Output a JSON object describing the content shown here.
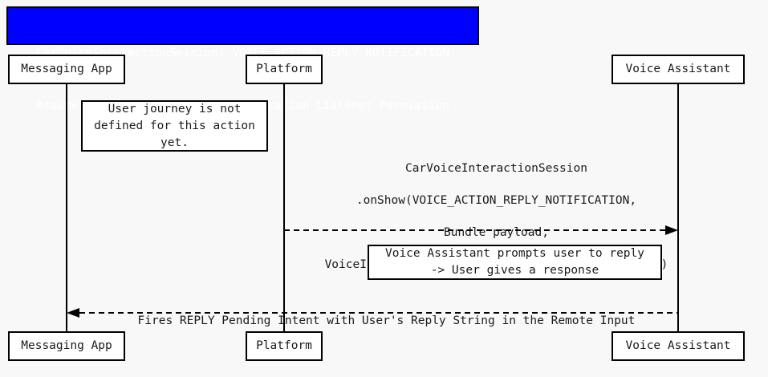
{
  "diagram": {
    "type": "uml-sequence-diagram",
    "background_color": "#f8f8f8",
    "line_color": "#000000"
  },
  "title": {
    "background_color": "#0000ff",
    "text_color": "#ffffff",
    "line1": "CarVoiceInteractionSession: VOICE_ACTION_REPLY_NOTIFICATION",
    "line2": "Assume Voice Assistant has Notification Listener Permission"
  },
  "participants": [
    {
      "id": "messaging-app",
      "label": "Messaging App"
    },
    {
      "id": "platform",
      "label": "Platform"
    },
    {
      "id": "voice-assistant",
      "label": "Voice Assistant"
    }
  ],
  "notes": [
    {
      "id": "note-user-journey",
      "line1": "User journey is not",
      "line2": "defined for this action",
      "line3": "yet."
    },
    {
      "id": "note-voice-prompt",
      "line1": "Voice Assistant prompts user to reply",
      "line2": "-> User gives a response"
    }
  ],
  "messages": [
    {
      "id": "message-onshow",
      "from": "platform",
      "to": "voice-assistant",
      "style": "dashed",
      "direction": "right",
      "line1": "CarVoiceInteractionSession",
      "line2": ".onShow(VOICE_ACTION_REPLY_NOTIFICATION,",
      "line3": "Bundle payload,",
      "line4": "VoiceInteractionSession.SHOW_SOURCE_NOTIFICATION)"
    },
    {
      "id": "message-reply-intent",
      "from": "voice-assistant",
      "to": "messaging-app",
      "style": "dashed",
      "direction": "left",
      "line1": "Fires REPLY Pending Intent with User's Reply String in the Remote Input"
    }
  ]
}
